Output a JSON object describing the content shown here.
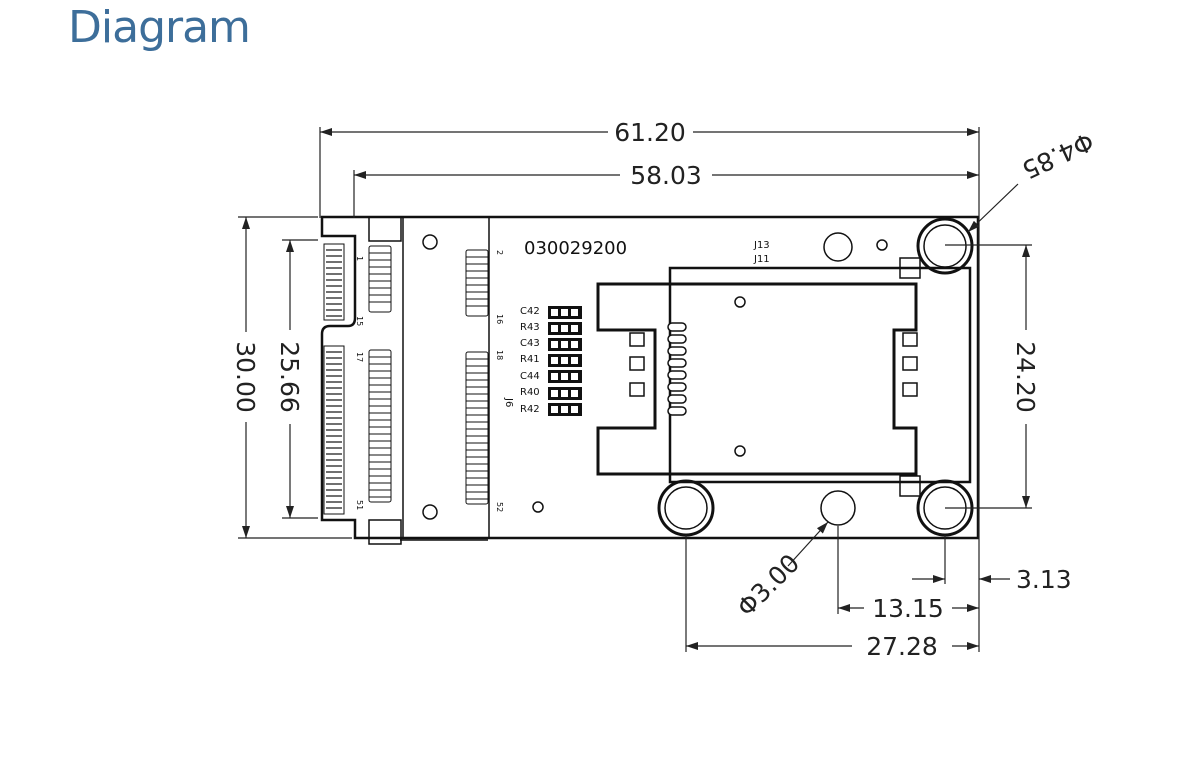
{
  "header": {
    "title": "Diagram"
  },
  "board": {
    "serial": "030029200",
    "connector_label": "J6",
    "jumper_labels": [
      "J13",
      "J11"
    ],
    "component_labels": [
      "C42",
      "R43",
      "C43",
      "R41",
      "C44",
      "R40",
      "R42"
    ],
    "pin_labels": {
      "left_top": "1",
      "left_mid_top": "15",
      "left_mid_bottom": "17",
      "left_bottom": "51",
      "right_top": "2",
      "right_mid_top": "16",
      "right_mid_bottom": "18",
      "right_bottom": "52"
    }
  },
  "dimensions": {
    "overall_width": "61.20",
    "inner_width": "58.03",
    "overall_height": "30.00",
    "inner_height": "25.66",
    "hole_spacing_vertical": "24.20",
    "mount_hole_diameter": "Φ4.85",
    "small_hole_diameter": "Φ3.00",
    "edge_offset": "3.13",
    "hole_offset": "13.15",
    "hole_spacing_horizontal": "27.28"
  }
}
